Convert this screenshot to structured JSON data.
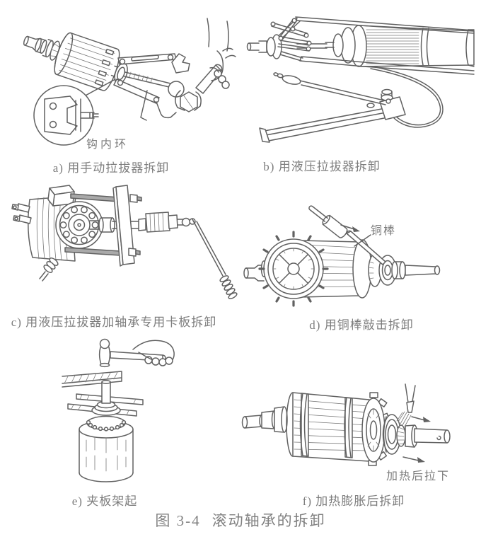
{
  "page": {
    "background": "#ffffff",
    "ink_color": "#616161",
    "text_color": "#7d7d7d"
  },
  "figure_caption": {
    "label": "图 3-4",
    "title": "滚动轴承的拆卸"
  },
  "panels": [
    {
      "id": "a",
      "caption": "a) 用手动拉拔器拆卸",
      "annotation": "钩内环"
    },
    {
      "id": "b",
      "caption": "b) 用液压拉拔器拆卸"
    },
    {
      "id": "c",
      "caption": "c) 用液压拉拔器加轴承专用卡板拆卸"
    },
    {
      "id": "d",
      "caption": "d) 用铜棒敲击拆卸",
      "annotation": "铜棒"
    },
    {
      "id": "e",
      "caption": "e) 夹板架起"
    },
    {
      "id": "f",
      "caption": "f) 加热膨胀后拆卸",
      "annotation": "加热后拉下"
    }
  ]
}
